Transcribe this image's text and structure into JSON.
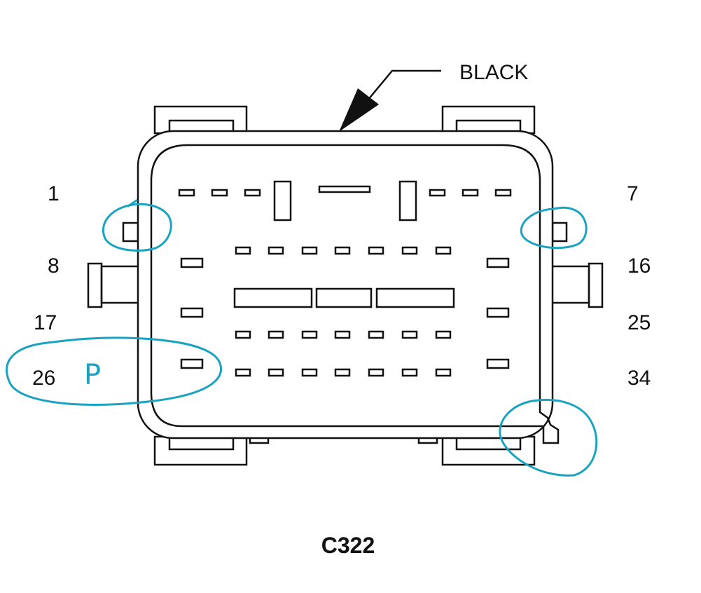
{
  "connector": {
    "name": "C322",
    "color_label": "BLACK"
  },
  "pin_labels": {
    "left": [
      "1",
      "8",
      "17",
      "26"
    ],
    "right": [
      "7",
      "16",
      "25",
      "34"
    ]
  },
  "annotations": {
    "handwritten_mark": "P",
    "ink_color": "#1aa3c0"
  },
  "colors": {
    "line": "#111111",
    "background": "#ffffff"
  }
}
